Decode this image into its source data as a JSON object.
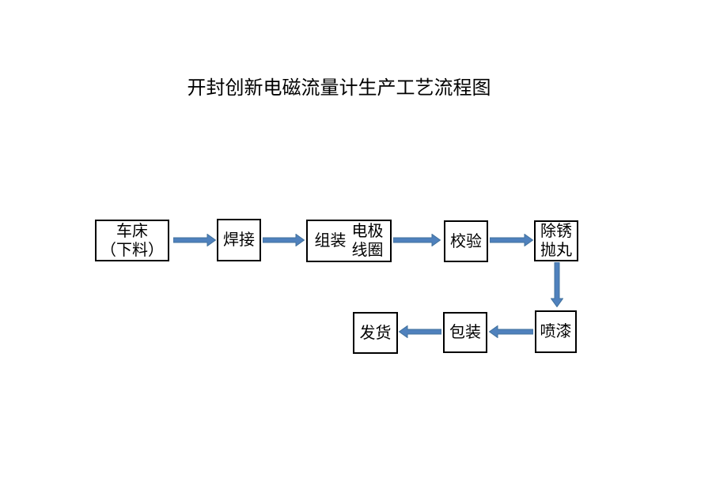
{
  "title": "开封创新电磁流量计生产工艺流程图",
  "theme": {
    "page-bg": "#ffffff",
    "text-color": "#000000",
    "box-border": "#000000",
    "arrow-fill": "#4F81BD",
    "arrow-stroke": "#41719C"
  },
  "flowchart": {
    "nodes": {
      "lathe": {
        "line1": "车床",
        "line2": "（下料）"
      },
      "welding": {
        "label": "焊接"
      },
      "assembly": {
        "prefix": "组装",
        "stack_line1": "电极",
        "stack_line2": "线圈"
      },
      "calibration": {
        "label": "校验"
      },
      "rust_blast": {
        "line1": "除锈",
        "line2": "抛丸"
      },
      "paint": {
        "label": "喷漆"
      },
      "packing": {
        "label": "包装"
      },
      "shipping": {
        "label": "发货"
      }
    },
    "connections": [
      {
        "from": "车床（下料）",
        "to": "焊接"
      },
      {
        "from": "焊接",
        "to": "组装电极线圈"
      },
      {
        "from": "组装电极线圈",
        "to": "校验"
      },
      {
        "from": "校验",
        "to": "除锈抛丸"
      },
      {
        "from": "除锈抛丸",
        "to": "喷漆"
      },
      {
        "from": "喷漆",
        "to": "包装"
      },
      {
        "from": "包装",
        "to": "发货"
      }
    ]
  }
}
